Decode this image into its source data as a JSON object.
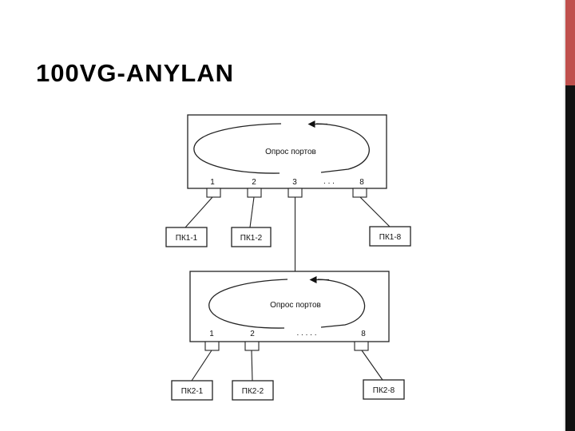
{
  "slide": {
    "title": "100VG-ANYLAN",
    "accent_color": "#c0504d",
    "bar_color": "#111111"
  },
  "diagram": {
    "hub1": {
      "caption": "Опрос портов",
      "ports": [
        "1",
        "2",
        "3",
        "8"
      ],
      "dots": ". . .",
      "pcs": [
        "ПК1-1",
        "ПК1-2",
        "ПК1-8"
      ]
    },
    "hub2": {
      "caption": "Опрос портов",
      "ports": [
        "1",
        "2",
        "8"
      ],
      "dots": ". . . . .",
      "pcs": [
        "ПК2-1",
        "ПК2-2",
        "ПК2-8"
      ]
    }
  }
}
